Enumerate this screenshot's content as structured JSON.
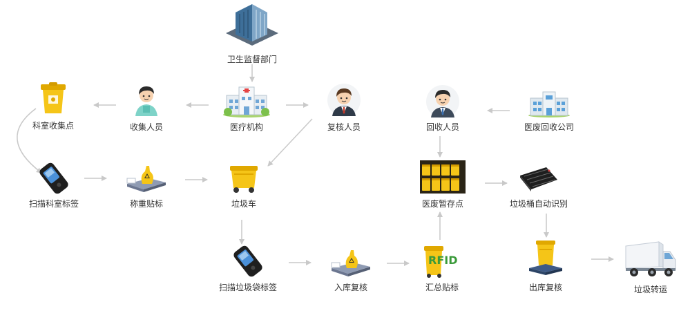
{
  "colors": {
    "arrow": "#c9c9c9",
    "bin_yellow": "#f5c518",
    "label": "#333333"
  },
  "nodes": {
    "health_dept": {
      "label": "卫生监督部门",
      "icon": "building-icon"
    },
    "medical": {
      "label": "医疗机构",
      "icon": "hospital-icon"
    },
    "reviewer": {
      "label": "复核人员",
      "icon": "person-suit-icon"
    },
    "collector": {
      "label": "收集人员",
      "icon": "person-worker-icon"
    },
    "dept_point": {
      "label": "科室收集点",
      "icon": "yellow-waste-bin-icon"
    },
    "scan_dept": {
      "label": "扫描科室标签",
      "icon": "handheld-scanner-icon"
    },
    "weigh": {
      "label": "称重贴标",
      "icon": "weighing-scale-icon"
    },
    "cart": {
      "label": "垃圾车",
      "icon": "waste-cart-icon"
    },
    "scan_bag": {
      "label": "扫描垃圾袋标签",
      "icon": "handheld-scanner-icon"
    },
    "storage_check": {
      "label": "入库复核",
      "icon": "weighing-scale-icon"
    },
    "summary": {
      "label": "汇总贴标",
      "icon": "rfid-bin-icon",
      "badge": "RFID"
    },
    "temp_storage": {
      "label": "医废暂存点",
      "icon": "storage-room-icon"
    },
    "recycler": {
      "label": "回收人员",
      "icon": "person-suit-icon"
    },
    "recycle_company": {
      "label": "医废回收公司",
      "icon": "company-building-icon"
    },
    "auto_id": {
      "label": "垃圾桶自动识别",
      "icon": "rfid-reader-icon"
    },
    "outbound_check": {
      "label": "出库复核",
      "icon": "bin-on-scale-icon"
    },
    "transport": {
      "label": "垃圾转运",
      "icon": "truck-icon"
    }
  },
  "edges": [
    [
      "health_dept",
      "medical"
    ],
    [
      "medical",
      "collector"
    ],
    [
      "collector",
      "dept_point"
    ],
    [
      "dept_point",
      "scan_dept"
    ],
    [
      "scan_dept",
      "weigh"
    ],
    [
      "weigh",
      "cart"
    ],
    [
      "medical",
      "reviewer"
    ],
    [
      "reviewer",
      "cart"
    ],
    [
      "cart",
      "scan_bag"
    ],
    [
      "scan_bag",
      "storage_check"
    ],
    [
      "storage_check",
      "summary"
    ],
    [
      "summary",
      "temp_storage"
    ],
    [
      "recycle_company",
      "recycler"
    ],
    [
      "recycler",
      "temp_storage"
    ],
    [
      "temp_storage",
      "auto_id"
    ],
    [
      "auto_id",
      "outbound_check"
    ],
    [
      "outbound_check",
      "transport"
    ]
  ]
}
